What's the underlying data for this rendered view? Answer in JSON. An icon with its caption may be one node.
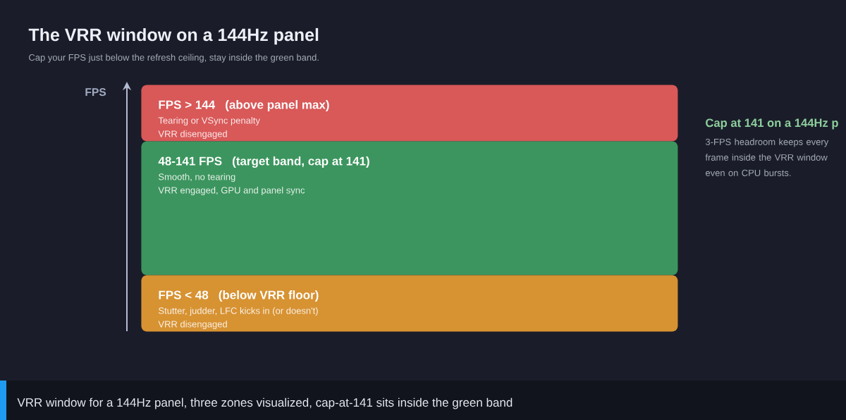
{
  "diagram": {
    "title": "The VRR window on a 144Hz panel",
    "caption": "VRR window for a 144Hz panel, three zones visualized, cap-at-141 sits inside the green band",
    "nodes": [
      {
        "text": [
          "FPS > 144",
          "(above panel max)",
          "Tearing or VSync penalty",
          "VRR disengaged"
        ]
      },
      {
        "text": [
          "48-141 FPS",
          "(target band, cap at 141)",
          "Smooth, no tearing",
          "VRR engaged, GPU and panel sync"
        ]
      },
      {
        "text": [
          "FPS < 48",
          "(below VRR floor)",
          "Stutter, judder, LFC kicks in (or doesn't)",
          "VRR disengaged"
        ]
      }
    ],
    "labels": [
      "Cap your FPS just below the refresh ceiling, stay inside the green band.",
      "FPS",
      "Cap at 141 on a 144Hz p",
      "3-FPS headroom keeps every frame inside the VRR window even on CPU bursts."
    ]
  }
}
